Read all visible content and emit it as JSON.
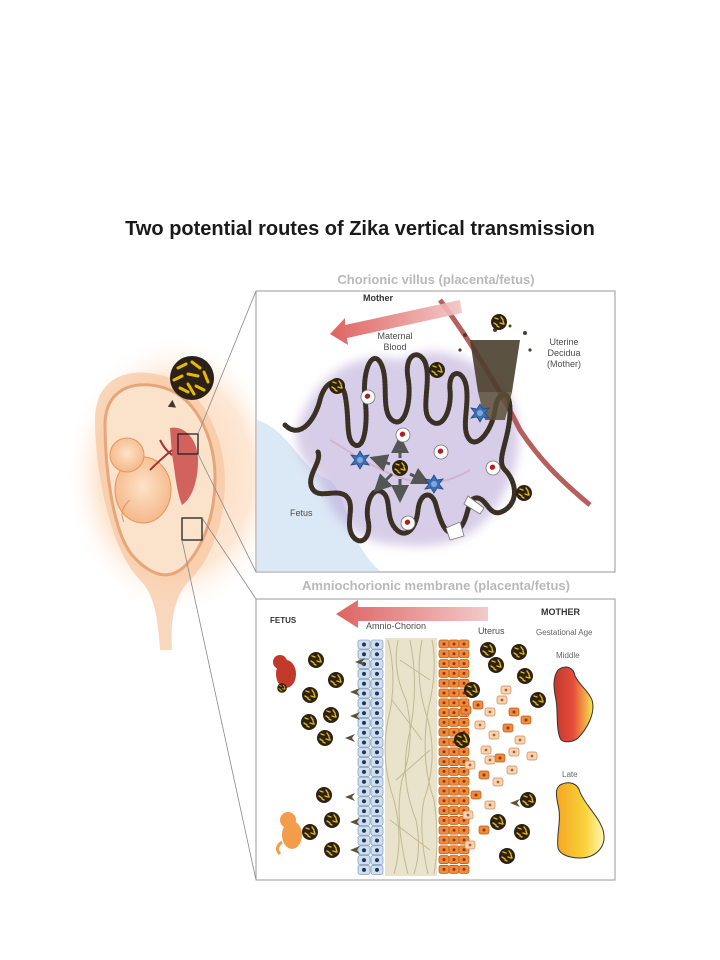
{
  "figure": {
    "title": "Two potential routes of Zika vertical transmission"
  },
  "villus_panel": {
    "section_title": "Chorionic villus (placenta/fetus)",
    "labels": {
      "mother": "Mother",
      "maternal_blood": [
        "Maternal",
        "Blood"
      ],
      "uterine_decidua": [
        "Uterine",
        "Decidua",
        "(Mother)"
      ],
      "fetus": "Fetus"
    }
  },
  "membrane_panel": {
    "section_title": "Amniochorionic membrane (placenta/fetus)",
    "labels": {
      "fetus": "FETUS",
      "mother": "MOTHER",
      "amnio_chorion": "Amnio-Chorion",
      "uterus": "Uterus",
      "gestational_age": "Gestational Age",
      "middle": "Middle",
      "late": "Late"
    }
  },
  "colors": {
    "arrow": "#d9534f",
    "virus_dark": "#2b2118",
    "virus_gold": "#e6b800",
    "villus_glow": "#b8a6d6",
    "blood_vessel": "#a94442",
    "immune_cell": "#3b6fb6",
    "fetal_blood": "#dbe8f5",
    "uterine_cell": "#f08a3c",
    "amnion_cell": "#cfdff0",
    "chorion_fiber": "#d9d2b4"
  },
  "icons": [
    "zika-virion-icon",
    "virus-particle-icon",
    "immune-cell-icon",
    "red-blood-cell-icon",
    "fetus-icon",
    "uterus-icon"
  ]
}
